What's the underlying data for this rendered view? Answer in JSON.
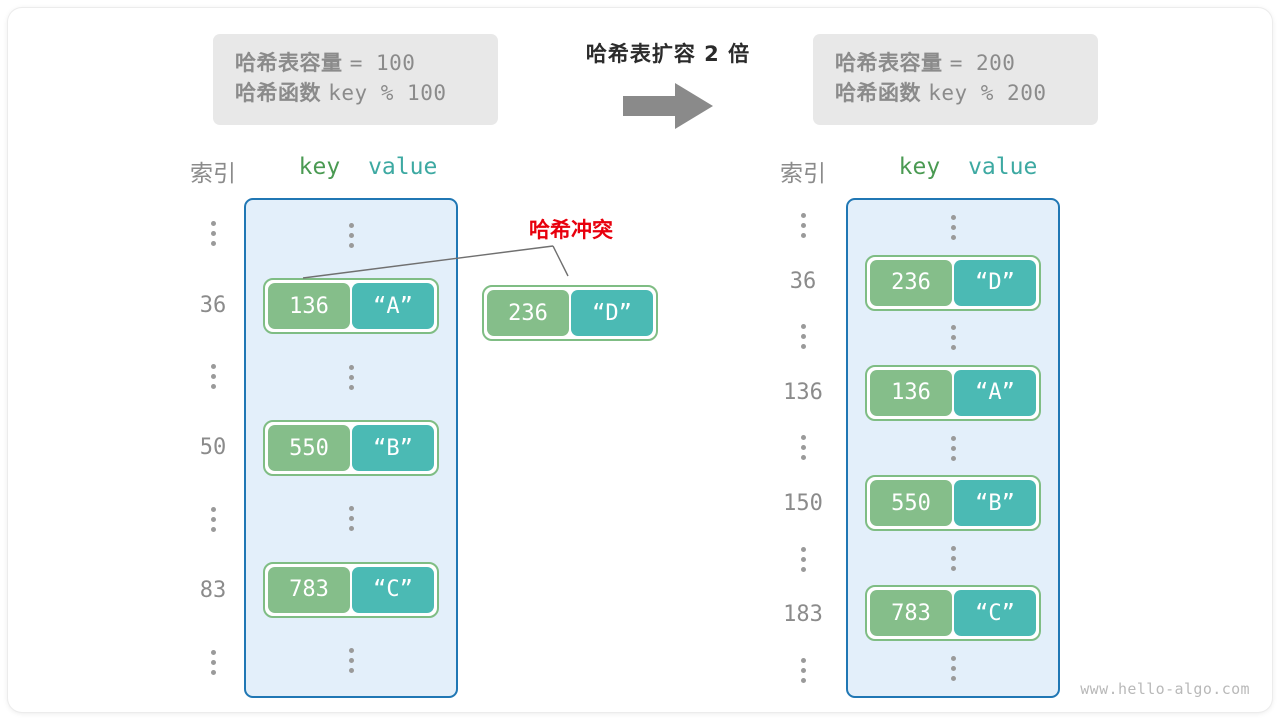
{
  "diagram": {
    "title": "哈希表扩容 2 倍",
    "arrow_icon": "right-arrow-icon",
    "watermark": "www.hello-algo.com",
    "colors": {
      "key_box": "#85be8a",
      "value_box": "#4bbab4",
      "pair_border": "#7fbd84",
      "bucket_bg": "#e3effa",
      "bucket_border": "#2077b4",
      "info_box_bg": "#e8e8e8",
      "info_text": "#8b8b8b",
      "collision_red": "#e8000d",
      "key_header": "#4a9a52",
      "value_header": "#3da9a2"
    }
  },
  "left": {
    "info": {
      "capacity_label": "哈希表容量",
      "capacity_value": "= 100",
      "function_label": "哈希函数",
      "function_value": "key % 100"
    },
    "headers": {
      "index": "索引",
      "key": "key",
      "value": "value"
    },
    "rows": [
      {
        "index": "⋮",
        "type": "dots"
      },
      {
        "index": "36",
        "type": "pair",
        "key": "136",
        "value": "“A”"
      },
      {
        "index": "⋮",
        "type": "dots"
      },
      {
        "index": "50",
        "type": "pair",
        "key": "550",
        "value": "“B”"
      },
      {
        "index": "⋮",
        "type": "dots"
      },
      {
        "index": "83",
        "type": "pair",
        "key": "783",
        "value": "“C”"
      },
      {
        "index": "⋮",
        "type": "dots"
      }
    ]
  },
  "collision": {
    "label": "哈希冲突",
    "floating_pair": {
      "key": "236",
      "value": "“D”"
    }
  },
  "right": {
    "info": {
      "capacity_label": "哈希表容量",
      "capacity_value": "= 200",
      "function_label": "哈希函数",
      "function_value": "key % 200"
    },
    "headers": {
      "index": "索引",
      "key": "key",
      "value": "value"
    },
    "rows": [
      {
        "index": "⋮",
        "type": "dots"
      },
      {
        "index": "36",
        "type": "pair",
        "key": "236",
        "value": "“D”"
      },
      {
        "index": "⋮",
        "type": "dots"
      },
      {
        "index": "136",
        "type": "pair",
        "key": "136",
        "value": "“A”"
      },
      {
        "index": "⋮",
        "type": "dots"
      },
      {
        "index": "150",
        "type": "pair",
        "key": "550",
        "value": "“B”"
      },
      {
        "index": "⋮",
        "type": "dots"
      },
      {
        "index": "183",
        "type": "pair",
        "key": "783",
        "value": "“C”"
      },
      {
        "index": "⋮",
        "type": "dots"
      }
    ]
  }
}
